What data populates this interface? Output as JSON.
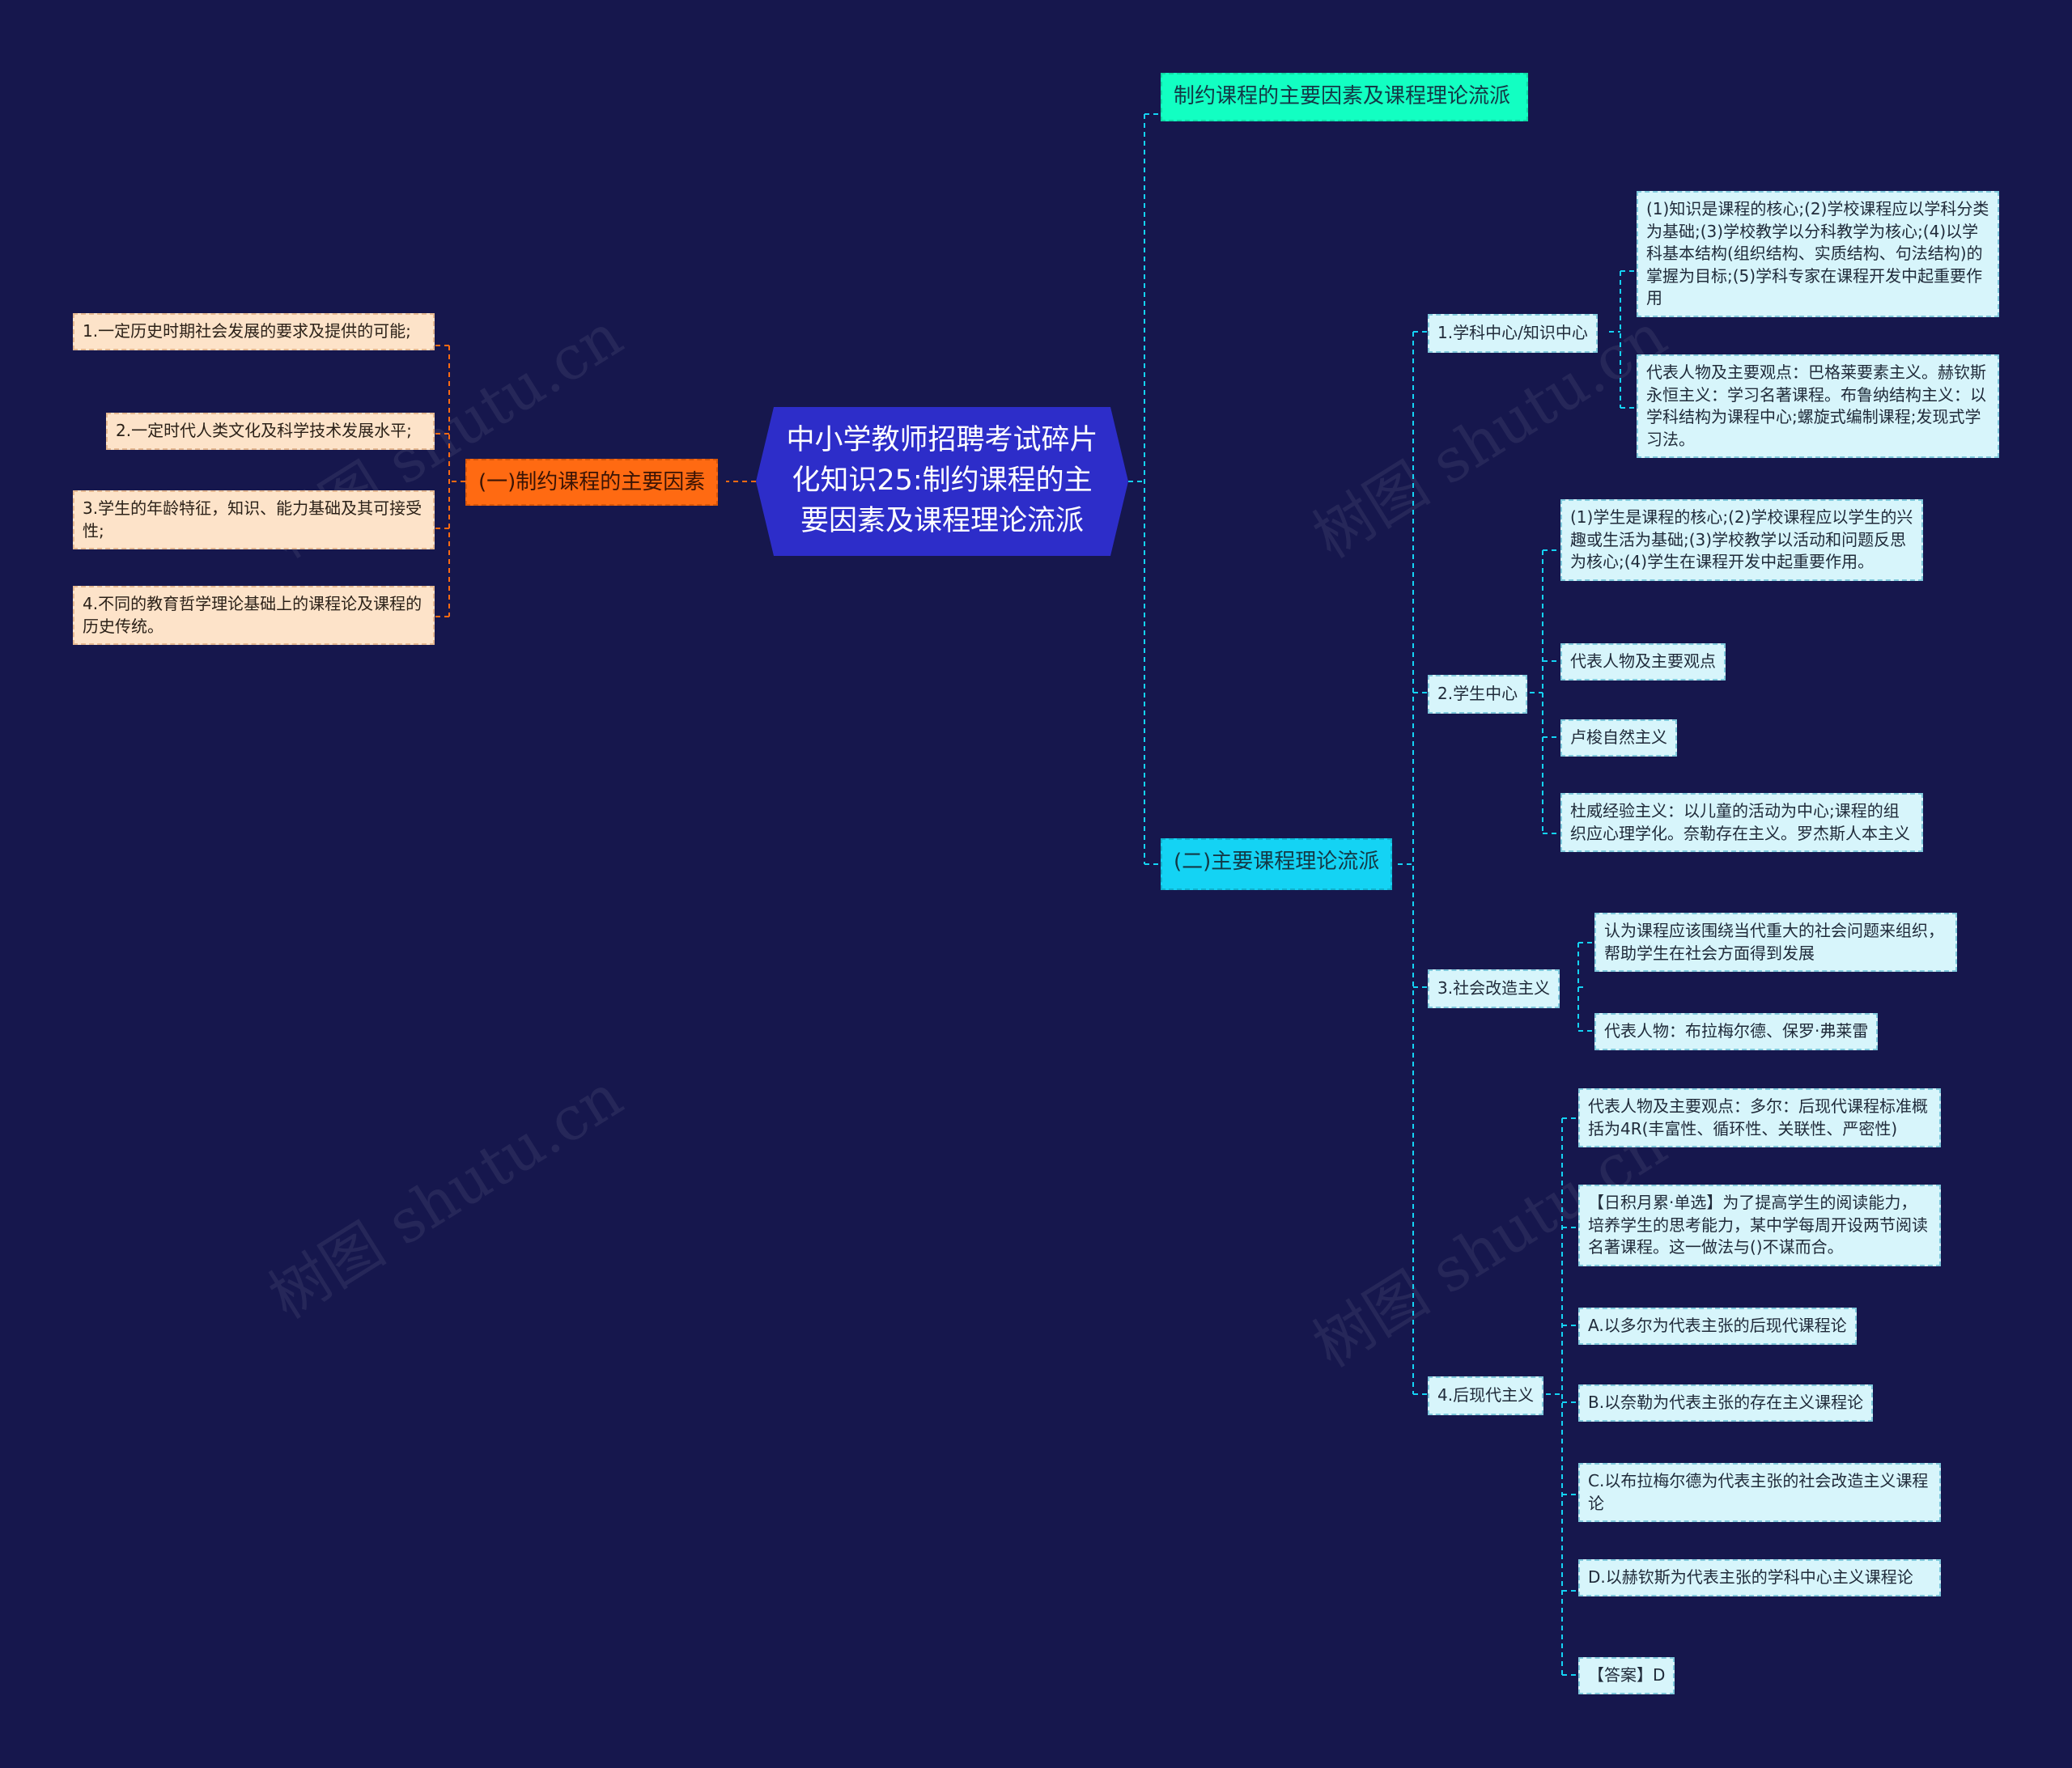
{
  "root": {
    "title": "中小学教师招聘考试碎片化知识25:制约课程的主要因素及课程理论流派"
  },
  "watermark": "树图 shutu.cn",
  "colors": {
    "background": "#16174d",
    "root": "#2d2dc9",
    "accent_green": "#12ffc2",
    "accent_cyan": "#14d3f4",
    "accent_orange": "#ff6a12"
  },
  "top_note": "制约课程的主要因素及课程理论流派",
  "left_branch": {
    "label": "(一)制约课程的主要因素",
    "items": [
      "1.一定历史时期社会发展的要求及提供的可能;",
      "2.一定时代人类文化及科学技术发展水平;",
      "3.学生的年龄特征，知识、能力基础及其可接受性;",
      "4.不同的教育哲学理论基础上的课程论及课程的历史传统。"
    ]
  },
  "right_branch": {
    "label": "(二)主要课程理论流派",
    "schools": [
      {
        "label": "1.学科中心/知识中心",
        "items": [
          "(1)知识是课程的核心;(2)学校课程应以学科分类为基础;(3)学校教学以分科教学为核心;(4)以学科基本结构(组织结构、实质结构、句法结构)的掌握为目标;(5)学科专家在课程开发中起重要作用",
          "代表人物及主要观点：巴格莱要素主义。赫钦斯永恒主义：学习名著课程。布鲁纳结构主义：以学科结构为课程中心;螺旋式编制课程;发现式学习法。"
        ]
      },
      {
        "label": "2.学生中心",
        "items": [
          "(1)学生是课程的核心;(2)学校课程应以学生的兴趣或生活为基础;(3)学校教学以活动和问题反思为核心;(4)学生在课程开发中起重要作用。",
          "代表人物及主要观点",
          "卢梭自然主义",
          "杜威经验主义：以儿童的活动为中心;课程的组织应心理学化。奈勒存在主义。罗杰斯人本主义"
        ]
      },
      {
        "label": "3.社会改造主义",
        "items": [
          "认为课程应该围绕当代重大的社会问题来组织，帮助学生在社会方面得到发展",
          "代表人物：布拉梅尔德、保罗·弗莱雷"
        ]
      },
      {
        "label": "4.后现代主义",
        "items": [
          "代表人物及主要观点：多尔：后现代课程标准概括为4R(丰富性、循环性、关联性、严密性)",
          "【日积月累·单选】为了提高学生的阅读能力，培养学生的思考能力，某中学每周开设两节阅读名著课程。这一做法与()不谋而合。",
          "A.以多尔为代表主张的后现代课程论",
          "B.以奈勒为代表主张的存在主义课程论",
          "C.以布拉梅尔德为代表主张的社会改造主义课程论",
          "D.以赫钦斯为代表主张的学科中心主义课程论",
          "【答案】D"
        ]
      }
    ]
  }
}
